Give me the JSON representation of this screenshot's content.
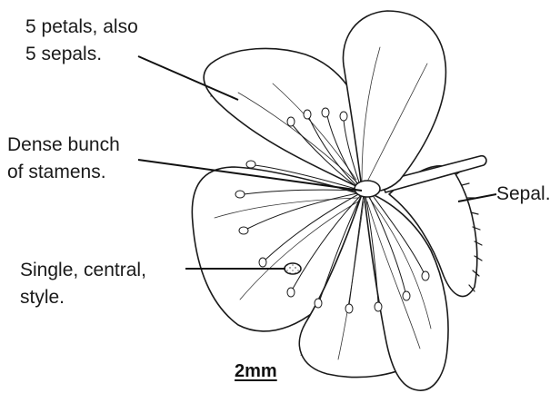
{
  "labels": {
    "petals_line1": "5 petals, also",
    "petals_line2": "5 sepals.",
    "stamens_line1": "Dense bunch",
    "stamens_line2": "of stamens.",
    "style_line1": "Single, central,",
    "style_line2": "style.",
    "sepal": "Sepal."
  },
  "scale_bar": {
    "label": "2mm"
  },
  "colors": {
    "ink": "#1a1a1a",
    "background": "#ffffff"
  },
  "icons": {
    "flower": "flower-illustration"
  }
}
